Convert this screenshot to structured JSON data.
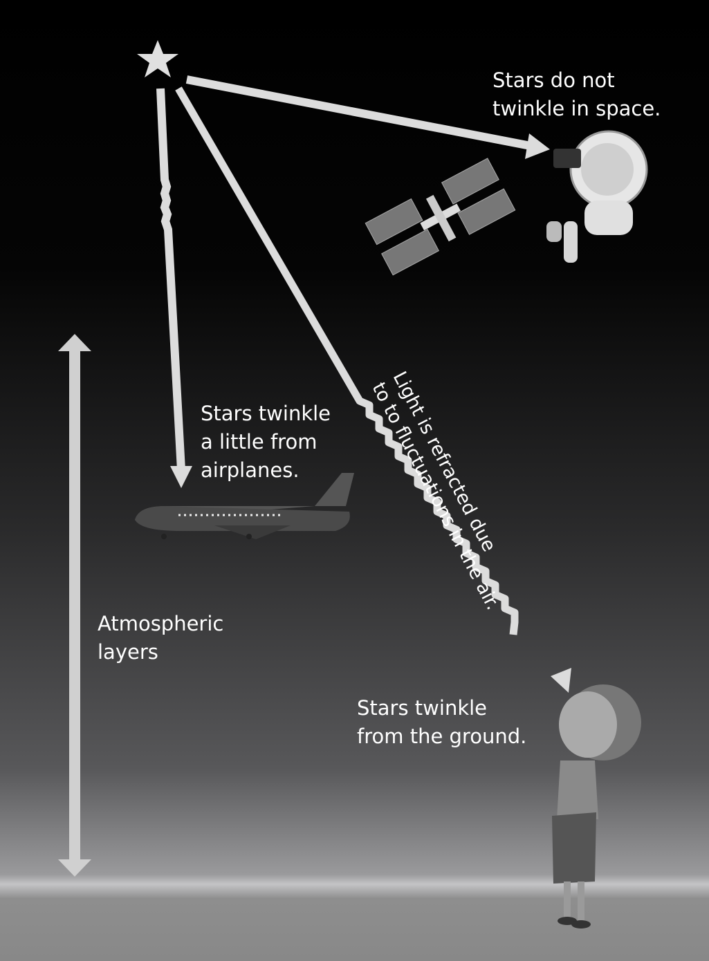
{
  "labels": {
    "space": "Stars do not\ntwinkle in space.",
    "airplane": "Stars twinkle\na little from\nairplanes.",
    "refraction": "Light is refracted due\nto to fluctuations in the air.",
    "atmosphere": "Atmospheric\nlayers",
    "ground": "Stars twinkle\nfrom the ground."
  },
  "colors": {
    "sky_top": "#000000",
    "sky_bottom": "#6a6a6c",
    "ground": "#8c8c8c",
    "arrow": "#dcdcdc"
  }
}
